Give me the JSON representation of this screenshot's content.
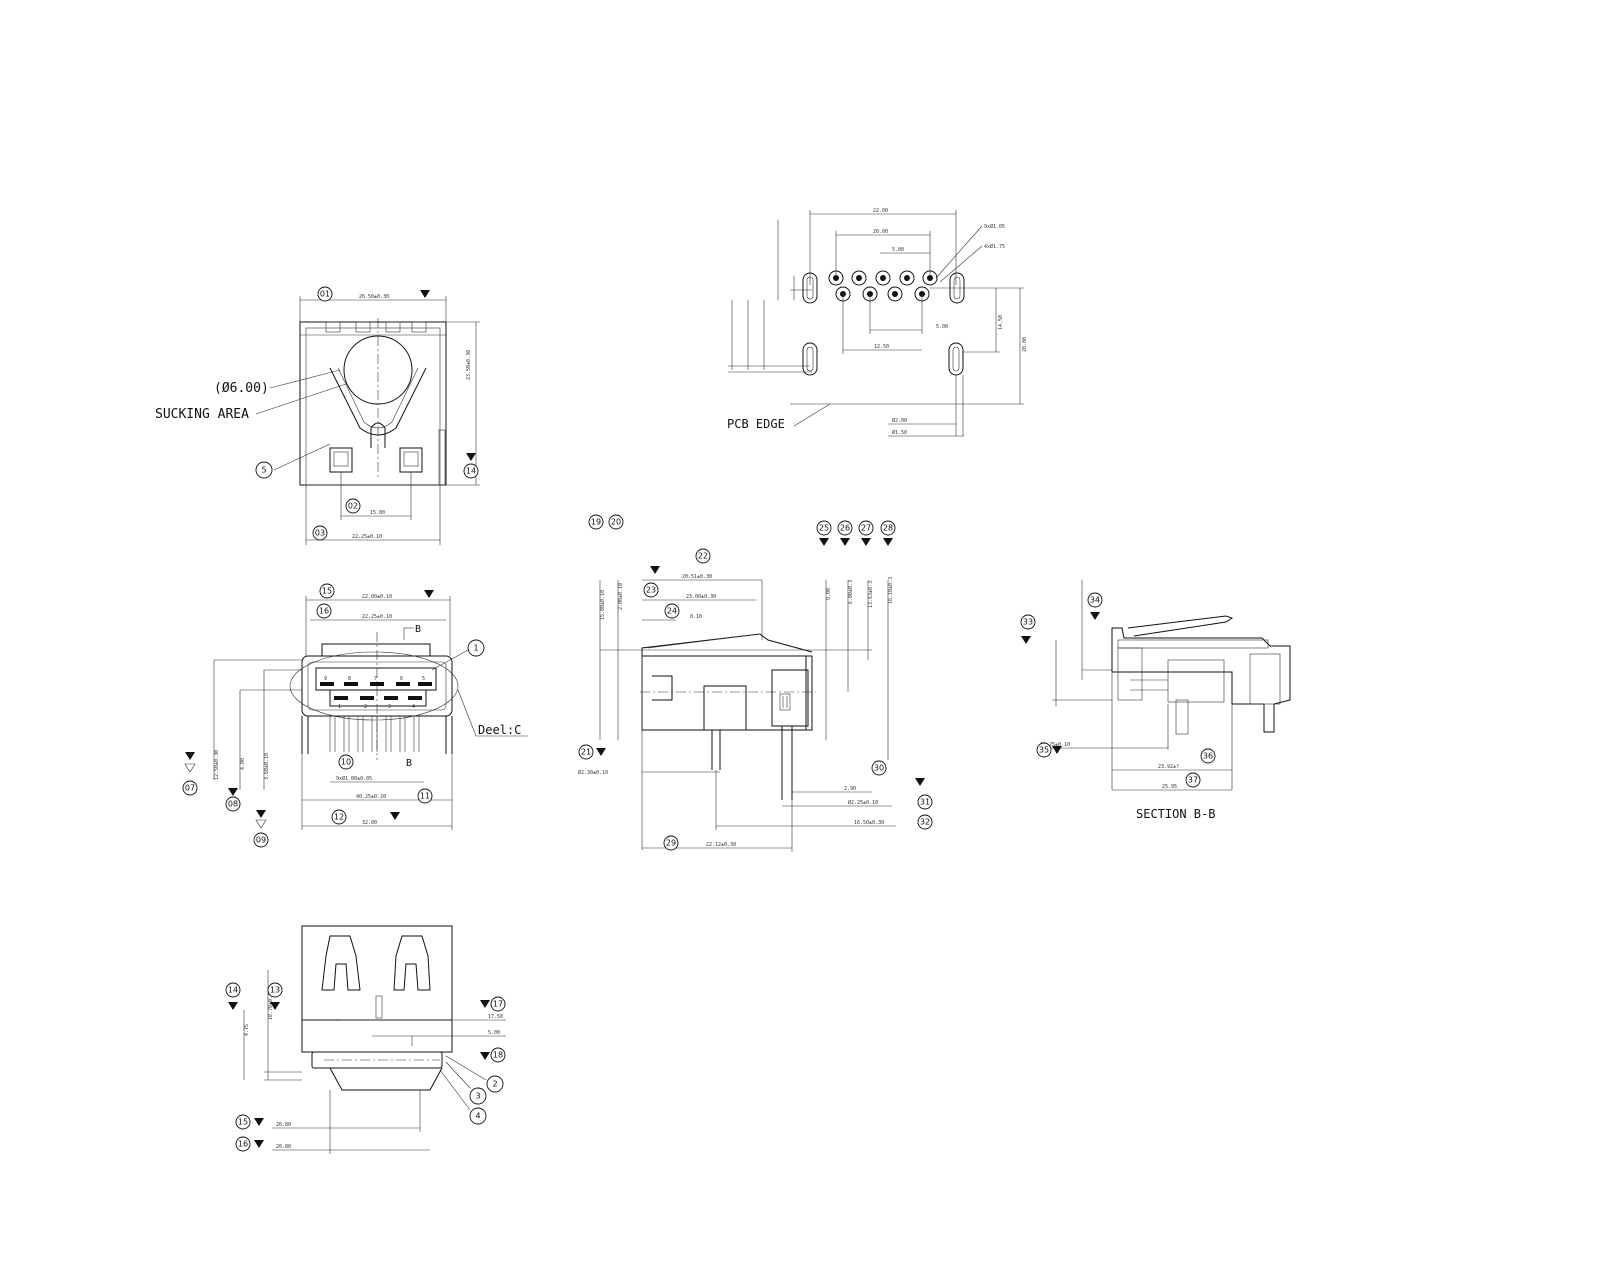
{
  "labels": {
    "d_06": "(Ø6.00)",
    "sucking_area": "SUCKING AREA",
    "pcb_edge": "PCB EDGE",
    "detail_c": "Deel:C",
    "section_bb": "SECTION B-B",
    "section_mark": "B"
  },
  "callouts": {
    "c01": "01",
    "c02": "02",
    "c03": "03",
    "c05": "5",
    "c14a": "14",
    "c15": "15",
    "c16": "16",
    "c1": "1",
    "c10": "10",
    "c11": "11",
    "c12": "12",
    "c07": "07",
    "c08": "08",
    "c09": "09",
    "c19": "19",
    "c20": "20",
    "c21": "21",
    "c22": "22",
    "c23": "23",
    "c24": "24",
    "c25": "25",
    "c26": "26",
    "c27": "27",
    "c28": "28",
    "c29": "29",
    "c30": "30",
    "c31": "31",
    "c32": "32",
    "c33": "33",
    "c34": "34",
    "c35": "35",
    "c36": "36",
    "c37": "37",
    "c14b": "14",
    "c13b": "13",
    "c17b": "17",
    "c18b": "18",
    "c2": "2",
    "c3": "3",
    "c4": "4",
    "c15b": "15",
    "c16b": "16"
  },
  "pin_numbers": [
    "9",
    "8",
    "7",
    "6",
    "5",
    "1",
    "2",
    "3",
    "4"
  ]
}
